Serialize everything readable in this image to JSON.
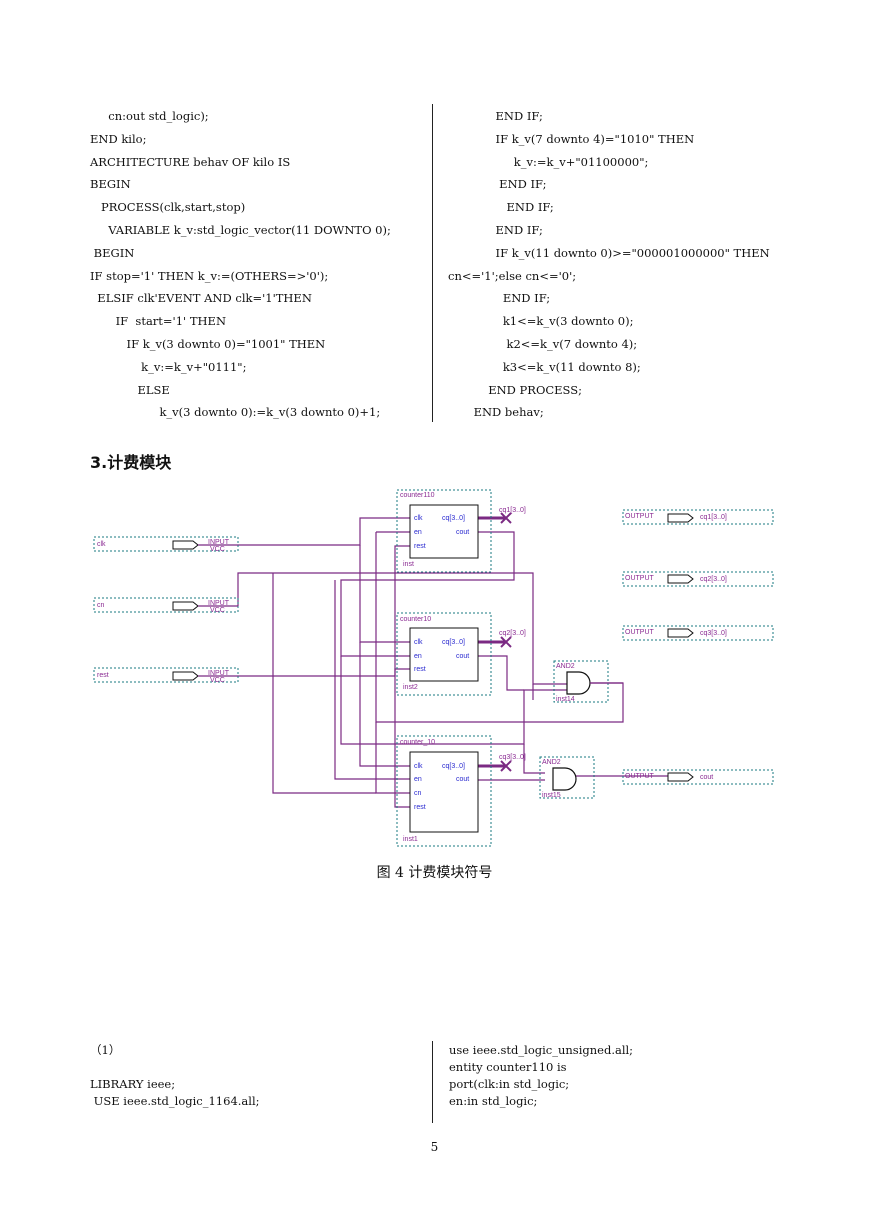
{
  "code_top_left": [
    "     cn:out std_logic);",
    "END kilo;",
    "ARCHITECTURE behav OF kilo IS",
    "BEGIN",
    "   PROCESS(clk,start,stop)",
    "     VARIABLE k_v:std_logic_vector(11 DOWNTO 0);",
    " BEGIN",
    "IF stop='1' THEN k_v:=(OTHERS=>'0');",
    "  ELSIF clk'EVENT AND clk='1'THEN",
    "       IF  start='1' THEN",
    "          IF k_v(3 downto 0)=\"1001\" THEN",
    "              k_v:=k_v+\"0111\";",
    "             ELSE",
    "                   k_v(3 downto 0):=k_v(3 downto 0)+1;"
  ],
  "code_top_right": [
    "             END IF;",
    "             IF k_v(7 downto 4)=\"1010\" THEN",
    "                  k_v:=k_v+\"01100000\";",
    "              END IF;",
    "                END IF;",
    "             END IF;",
    "             IF k_v(11 downto 0)>=\"000001000000\" THEN",
    "cn<='1';else cn<='0';",
    "               END IF;",
    "               k1<=k_v(3 downto 0);",
    "                k2<=k_v(7 downto 4);",
    "               k3<=k_v(11 downto 8);",
    "           END PROCESS;",
    "       END behav;"
  ],
  "section_heading": "3.计费模块",
  "diagram": {
    "inputs": [
      {
        "name": "clk",
        "tag": "INPUT",
        "sub": "VCC"
      },
      {
        "name": "cn",
        "tag": "INPUT",
        "sub": "VCC"
      },
      {
        "name": "rest",
        "tag": "INPUT",
        "sub": "VCC"
      }
    ],
    "outputs": [
      {
        "tag": "OUTPUT",
        "name": "cq1[3..0]"
      },
      {
        "tag": "OUTPUT",
        "name": "cq2[3..0]"
      },
      {
        "tag": "OUTPUT",
        "name": "cq3[3..0]"
      },
      {
        "tag": "OUTPUT",
        "name": "cout"
      }
    ],
    "counters": [
      {
        "title": "counter110",
        "inst": "inst",
        "ports_in": [
          "clk",
          "en",
          "rest"
        ],
        "ports_out": [
          "cq[3..0]",
          "cout"
        ],
        "bus": "cq1[3..0]"
      },
      {
        "title": "counter10",
        "inst": "inst2",
        "ports_in": [
          "clk",
          "en",
          "rest"
        ],
        "ports_out": [
          "cq[3..0]",
          "cout"
        ],
        "bus": "cq2[3..0]"
      },
      {
        "title": "counter_10",
        "inst": "inst1",
        "ports_in": [
          "clk",
          "en",
          "cn",
          "rest"
        ],
        "ports_out": [
          "cq[3..0]",
          "cout"
        ],
        "bus": "cq3[3..0]"
      }
    ],
    "gates": [
      {
        "type": "AND2",
        "inst": "inst14"
      },
      {
        "type": "AND2",
        "inst": "inst15"
      }
    ]
  },
  "caption": "图 4 计费模块符号",
  "code_bottom_left": [
    "（1）",
    "",
    "LIBRARY ieee;",
    " USE ieee.std_logic_1164.all;"
  ],
  "code_bottom_right": [
    "use ieee.std_logic_unsigned.all;",
    "entity counter110 is",
    "port(clk:in std_logic;",
    "en:in std_logic;"
  ],
  "page_number": "5",
  "colors": {
    "wire": "#7b2a83",
    "dotted_box": "#1a7a80",
    "component_text": "#2a2ad0",
    "label": "#8a2a92"
  }
}
